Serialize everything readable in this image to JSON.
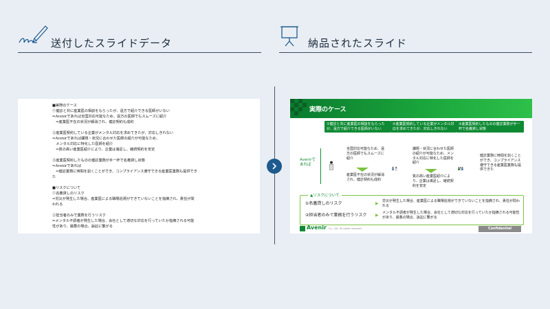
{
  "left_header": {
    "title": "送付したスライドデータ",
    "icon": "signature-pen-icon"
  },
  "right_header": {
    "title": "納品されたスライド",
    "icon": "presentation-board-icon"
  },
  "document": {
    "lines": [
      "■実際のケース",
      "①健診と共に産業医の相談をもらったが、遠方で紹介できる医師がいない",
      "⇒Avenirであれば全国対応可能なため、遠方の医師でもスムーズに紹介",
      "　⇒産業医不在の状況が解消され、健診契約も成約",
      "",
      "②産業医契約している企業がメンタル対応を求めてきたが、対応しきれない",
      "⇒Avenirであれば課題・状況に合わせた医師の紹介が可能なため、",
      "　メンタル対応に特化した医師を紹介",
      "　⇒質の高い産業医紹介により、企業は満足し、継続契約を安定",
      "",
      "③産業医契約したものの健診業務が手一杯で名義貸し状態",
      "⇒Avenirであれば",
      "　⇒健診業務に時間を割くことができ、コンプライアンス遵守できる産業医業務も提供でき",
      "た",
      "",
      "■リスクについて",
      "①名義貸しのリスク",
      "⇒労災が発生した場合、産業医による職場巡視ができていないことを指摘され、責任が問",
      "われる",
      "",
      "②担当者のみで業務を行うリスク",
      "⇒メンタル不調者が発生した場合、会社として適切な対応を行っていたか指摘される可能",
      "性があり、最悪の場合、訴訟に繋がる"
    ]
  },
  "slide": {
    "title": "実際のケース",
    "columns": [
      {
        "header": "①健診と共に産業医の相談をもらったが、遠方で紹介できる医師がいない",
        "body": "全国対応可能なため、遠方の医師でもスムーズに紹介",
        "result": "産業医不在の状況が解消され、健診契約も成約"
      },
      {
        "header": "②産業医契約している企業がメンタル対応を求めてきたが、対応しきれない",
        "body": "課題・状況に合わせた医師の紹介が可能なため、メンタル対応に特化した医師を紹介",
        "result": "質の高い産業医紹介により、企業は満足し、継続契約を安定"
      },
      {
        "header": "③産業医契約したものの健診業務が手一杯で名義貸し状態",
        "body": "健診業務に時間を割くことができ、コンプライアンス遵守できる産業医業務も提供できた",
        "result": ""
      }
    ],
    "avenir_label": "Avenirであれば",
    "risk": {
      "title": "リスクについて",
      "items": [
        {
          "label": "①名義貸しのリスク",
          "text": "労災が発生した場合、産業医による職場巡視ができていないことを指摘され、責任が問われる"
        },
        {
          "label": "②担当者のみで業務を行うリスク",
          "text": "メンタル不調者が発生した場合、会社として適切な対応を行っていたか指摘される可能性があり、最悪の場合、訴訟に繋がる"
        }
      ]
    },
    "brand": "Avenir",
    "copyright": "Co., Ltd. All rights reserved.",
    "confidential": "Confidential"
  },
  "colors": {
    "green": "#0f8a34",
    "light_green": "#7cc242",
    "navy": "#1e5a8e"
  }
}
